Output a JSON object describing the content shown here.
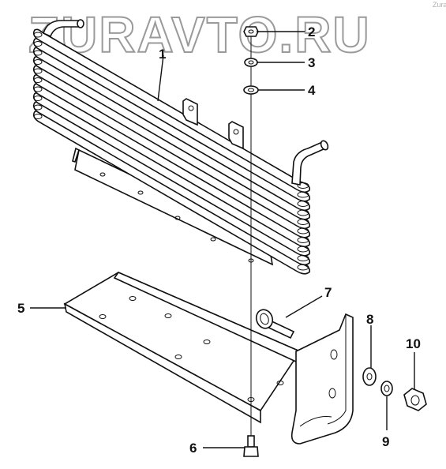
{
  "watermark": {
    "text": "ZURAVTO.RU",
    "small_text": "Zuravto"
  },
  "callouts": [
    {
      "id": "1",
      "label": "1"
    },
    {
      "id": "2",
      "label": "2"
    },
    {
      "id": "3",
      "label": "3"
    },
    {
      "id": "4",
      "label": "4"
    },
    {
      "id": "5",
      "label": "5"
    },
    {
      "id": "6",
      "label": "6"
    },
    {
      "id": "7",
      "label": "7"
    },
    {
      "id": "8",
      "label": "8"
    },
    {
      "id": "9",
      "label": "9"
    },
    {
      "id": "10",
      "label": "10"
    }
  ],
  "colors": {
    "line": "#111111",
    "background": "#ffffff",
    "watermark": "#9a9a9a"
  }
}
